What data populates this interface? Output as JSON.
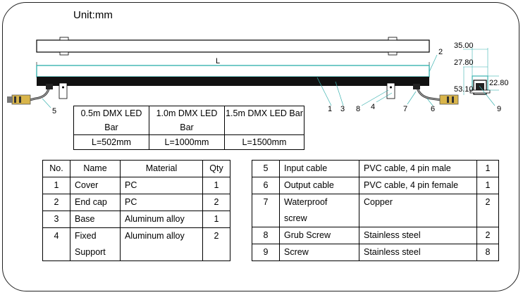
{
  "unit_label": "Unit:mm",
  "drawing": {
    "length_label": "L",
    "callouts": [
      "1",
      "2",
      "3",
      "4",
      "5",
      "6",
      "7",
      "8",
      "9"
    ],
    "dimensions": [
      "35.00",
      "27.80",
      "53.10",
      "22.80"
    ]
  },
  "length_table": {
    "headers": [
      "0.5m DMX LED Bar",
      "1.0m DMX LED Bar",
      "1.5m DMX LED Bar"
    ],
    "values": [
      "L=502mm",
      "L=1000mm",
      "L=1500mm"
    ]
  },
  "parts_table_left": {
    "headers": [
      "No.",
      "Name",
      "Material",
      "Qty"
    ],
    "rows": [
      {
        "no": "1",
        "name": "Cover",
        "material": "PC",
        "qty": "1"
      },
      {
        "no": "2",
        "name": "End cap",
        "material": "PC",
        "qty": "2"
      },
      {
        "no": "3",
        "name": "Base",
        "material": "Aluminum alloy",
        "qty": "1"
      },
      {
        "no": "4",
        "name_l1": "Fixed",
        "name_l2": "Support",
        "material": "Aluminum alloy",
        "qty": "2"
      }
    ]
  },
  "parts_table_right": {
    "rows": [
      {
        "no": "5",
        "name": "Input cable",
        "material": "PVC cable, 4 pin male",
        "qty": "1"
      },
      {
        "no": "6",
        "name": "Output cable",
        "material": "PVC cable, 4 pin female",
        "qty": "1"
      },
      {
        "no": "7",
        "name_l1": "Waterproof",
        "name_l2": "screw",
        "material": "Copper",
        "qty": "2"
      },
      {
        "no": "8",
        "name": "Grub Screw",
        "material": "Stainless steel",
        "qty": "2"
      },
      {
        "no": "9",
        "name": "Screw",
        "material": "Stainless steel",
        "qty": "8"
      }
    ]
  }
}
